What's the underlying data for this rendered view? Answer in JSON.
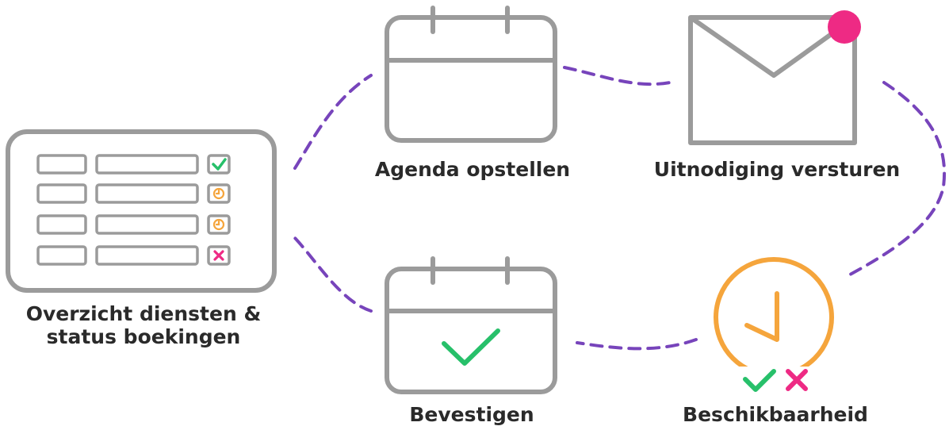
{
  "steps": [
    {
      "id": "overview",
      "label_lines": [
        "Overzicht diensten &",
        "status boekingen"
      ],
      "icon": "table-status-icon"
    },
    {
      "id": "agenda",
      "label": "Agenda opstellen",
      "icon": "calendar-icon"
    },
    {
      "id": "invite",
      "label": "Uitnodiging versturen",
      "icon": "envelope-notification-icon"
    },
    {
      "id": "availability",
      "label": "Beschikbaarheid",
      "icon": "clock-icon"
    },
    {
      "id": "confirm",
      "label": "Bevestigen",
      "icon": "calendar-check-icon"
    }
  ],
  "overview_rows": [
    {
      "status": "confirmed",
      "status_icon": "check-icon"
    },
    {
      "status": "pending",
      "status_icon": "clock-icon"
    },
    {
      "status": "pending",
      "status_icon": "clock-icon"
    },
    {
      "status": "declined",
      "status_icon": "cross-icon"
    }
  ],
  "colors": {
    "icon_stroke": "#9b9b9b",
    "connector": "#7744bb",
    "accent_green": "#27c06a",
    "accent_orange": "#f5a53c",
    "accent_pink": "#ee2a84",
    "notification_dot": "#ee2a84",
    "text": "#2a2a2a"
  }
}
